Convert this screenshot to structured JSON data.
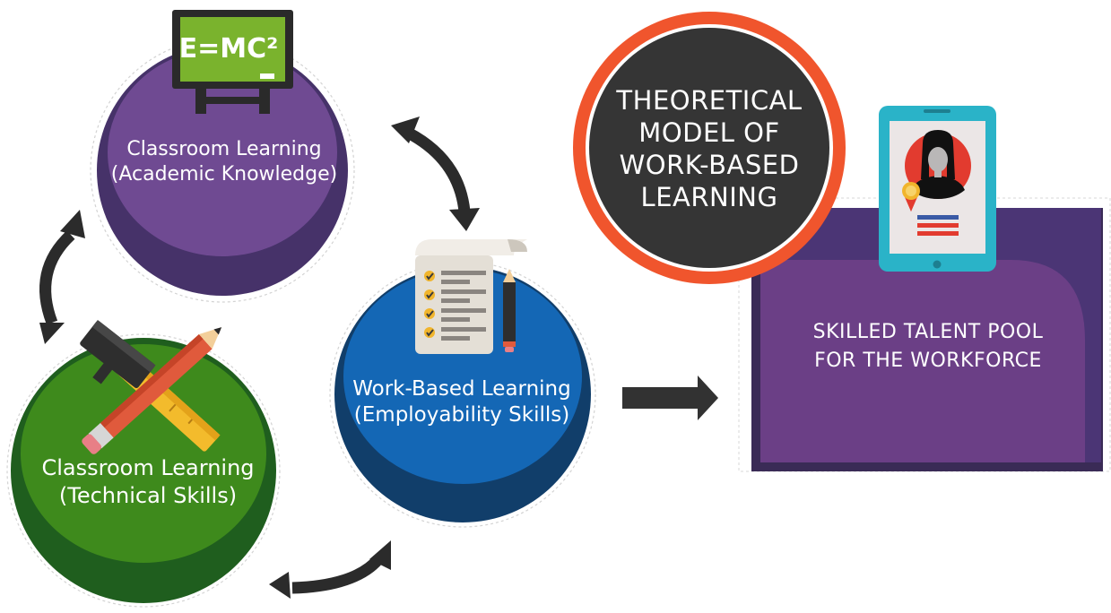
{
  "nodes": {
    "academic": {
      "line1": "Classroom Learning",
      "line2": "(Academic Knowledge)"
    },
    "technical": {
      "line1": "Classroom Learning",
      "line2": "(Technical Skills)"
    },
    "work_based": {
      "line1": "Work-Based Learning",
      "line2": "(Employability Skills)"
    }
  },
  "title": {
    "line1": "THEORETICAL",
    "line2": "MODEL OF",
    "line3": "WORK-BASED",
    "line4": "LEARNING"
  },
  "outcome": {
    "line1": "SKILLED TALENT POOL",
    "line2": "FOR THE WORKFORCE"
  },
  "chalkboard_formula": "E=MC²",
  "icons": [
    "chalkboard-icon",
    "pencil-ruler-icon",
    "checklist-icon",
    "tablet-profile-icon",
    "cycle-arrow-icon",
    "right-arrow-icon"
  ],
  "colors": {
    "academic_circle": "#5a3e86",
    "technical_circle": "#3e8a1c",
    "work_based_circle": "#1467b5",
    "title_ring": "#f0552d",
    "title_disc": "#353535",
    "outcome_panel": "#6b3f86",
    "arrows": "#323232"
  }
}
